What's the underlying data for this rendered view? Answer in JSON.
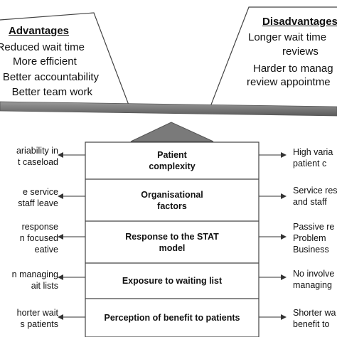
{
  "advantages": {
    "heading": "Advantages",
    "items": [
      "Reduced wait time",
      "More efficient",
      "Better accountability",
      "Better team work"
    ]
  },
  "disadvantages": {
    "heading": "Disadvantages",
    "items": [
      "Longer wait time",
      "reviews",
      "Harder to manag",
      "review appointme"
    ]
  },
  "factors": [
    {
      "label": [
        "Patient",
        "complexity"
      ],
      "left": [
        "ariability in",
        "t caseload"
      ],
      "right": [
        "High varia",
        "patient c"
      ]
    },
    {
      "label": [
        "Organisational",
        "factors"
      ],
      "left": [
        "e service",
        "staff leave"
      ],
      "right": [
        "Service res",
        "and staff"
      ]
    },
    {
      "label": [
        "Response to the STAT",
        "model"
      ],
      "left": [
        "response",
        "n focused",
        "eative"
      ],
      "right": [
        "Passive re",
        "Problem",
        "Business"
      ]
    },
    {
      "label": [
        "Exposure to waiting list"
      ],
      "left": [
        "n managing",
        "ait lists"
      ],
      "right": [
        "No involve",
        "managing"
      ]
    },
    {
      "label": [
        "Perception of benefit to patients"
      ],
      "left": [
        "horter wait",
        "s patients"
      ],
      "right": [
        "Shorter wa",
        "benefit to"
      ]
    }
  ]
}
